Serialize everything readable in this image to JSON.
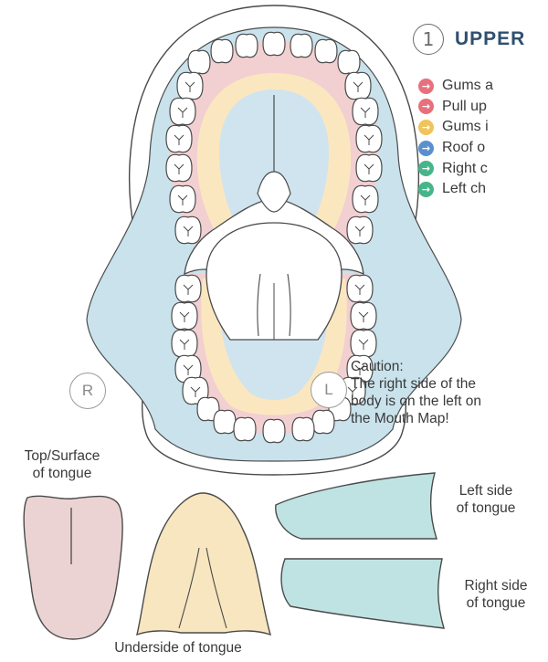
{
  "heading": {
    "number": "1",
    "text": "UPPER"
  },
  "legend": [
    {
      "label": "Gums a",
      "color": "#e8707c",
      "icon": "arrow-right-icon"
    },
    {
      "label": "Pull up",
      "color": "#e8707c",
      "icon": "arrow-right-icon"
    },
    {
      "label": "Gums i",
      "color": "#f0c45a",
      "icon": "arrow-right-icon"
    },
    {
      "label": "Roof o",
      "color": "#5b90cf",
      "icon": "arrow-right-icon"
    },
    {
      "label": "Right c",
      "color": "#47b58a",
      "icon": "arrow-right-icon"
    },
    {
      "label": "Left ch",
      "color": "#47b58a",
      "icon": "arrow-right-icon"
    }
  ],
  "markers": {
    "right": "R",
    "left": "L"
  },
  "caution": [
    "Caution:",
    "The right side of the",
    "body is on the left on",
    "the Mouth Map!"
  ],
  "labels": {
    "top_surface": [
      "Top/Surface",
      "of tongue"
    ],
    "left_side": [
      "Left side",
      "of tongue"
    ],
    "right_side": [
      "Right side",
      "of tongue"
    ],
    "underside": "Underside of tongue"
  },
  "colors": {
    "gum_red": "#f2cfd1",
    "gum_yellow": "#fbe7bf",
    "roof_blue": "#cfe4ef",
    "cheek_blue": "#c9e2ec",
    "tongue_pink": "#ecd3d3",
    "tongue_under": "#f7e6bf",
    "tongue_side": "#bfe3e3",
    "outline": "#4a4a4a"
  }
}
